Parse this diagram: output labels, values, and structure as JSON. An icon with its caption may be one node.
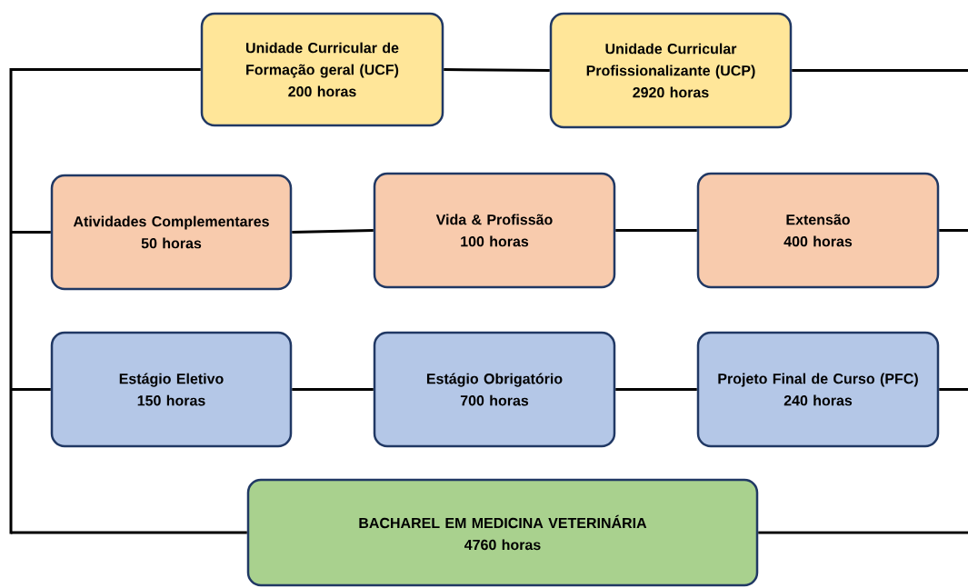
{
  "diagram": {
    "nodes": [
      {
        "text": [
          "Unidade Curricular de Formação geral (UCF)",
          "200 horas"
        ]
      },
      {
        "text": [
          "Unidade Curricular Profissionalizante (UCP)",
          "2920 horas"
        ]
      },
      {
        "text": [
          "Atividades Complementares",
          "50 horas"
        ]
      },
      {
        "text": [
          "Vida & Profissão",
          "100 horas"
        ]
      },
      {
        "text": [
          "Extensão",
          "400 horas"
        ]
      },
      {
        "text": [
          "Estágio Eletivo",
          "150 horas"
        ]
      },
      {
        "text": [
          "Estágio Obrigatório",
          "700 horas"
        ]
      },
      {
        "text": [
          "Projeto Final de Curso (PFC)",
          "240 horas"
        ]
      },
      {
        "text": [
          "BACHAREL EM MEDICINA VETERINÁRIA",
          "4760 horas"
        ]
      }
    ],
    "edges": [
      {
        "from": null,
        "to": 0,
        "arrow": "none"
      },
      {
        "from": 0,
        "to": 1,
        "arrow": "none"
      },
      {
        "from": 1,
        "to": null,
        "arrow": "none"
      },
      {
        "from": null,
        "to": 2,
        "arrow": "none"
      },
      {
        "from": 2,
        "to": 3,
        "arrow": "none"
      },
      {
        "from": 3,
        "to": 4,
        "arrow": "none"
      },
      {
        "from": 4,
        "to": null,
        "arrow": "none"
      },
      {
        "from": null,
        "to": 5,
        "arrow": "none"
      },
      {
        "from": 5,
        "to": 6,
        "arrow": "none"
      },
      {
        "from": 6,
        "to": 7,
        "arrow": "none"
      },
      {
        "from": 7,
        "to": null,
        "arrow": "none"
      },
      {
        "from": null,
        "to": 8,
        "arrow": "none"
      },
      {
        "from": 8,
        "to": null,
        "arrow": "none"
      }
    ]
  }
}
